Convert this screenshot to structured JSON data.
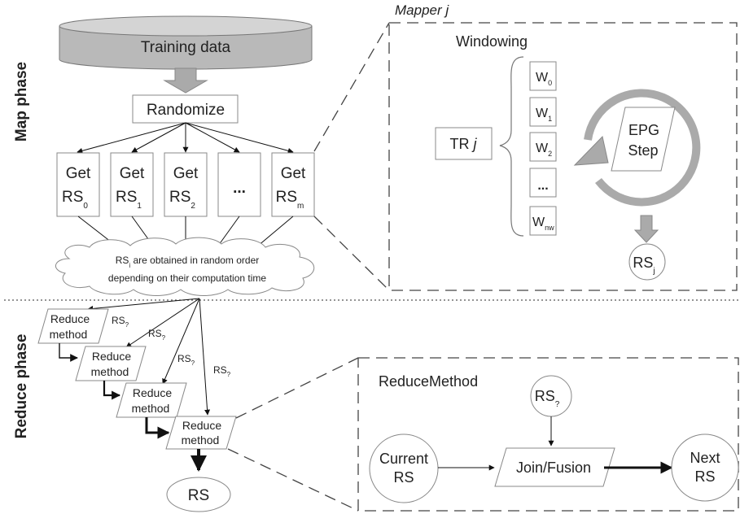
{
  "phases": {
    "map": "Map phase",
    "reduce": "Reduce phase"
  },
  "training": {
    "label": "Training data"
  },
  "randomize": {
    "label": "Randomize"
  },
  "getrs": [
    {
      "line1": "Get",
      "line2": "RS",
      "sub": "0"
    },
    {
      "line1": "Get",
      "line2": "RS",
      "sub": "1"
    },
    {
      "line1": "Get",
      "line2": "RS",
      "sub": "2"
    },
    {
      "line1": "...",
      "line2": "",
      "sub": ""
    },
    {
      "line1": "Get",
      "line2": "RS",
      "sub": "m"
    }
  ],
  "cloud": {
    "line1_pre": "RS",
    "line1_sub": "i",
    "line1_post": " are obtained in random order",
    "line2": "depending on their computation time"
  },
  "mapper": {
    "title": "Mapper j",
    "windowing": "Windowing",
    "tr_label": "TR ",
    "tr_j": "j",
    "windows": [
      {
        "label": "W",
        "sub": "0"
      },
      {
        "label": "W",
        "sub": "1"
      },
      {
        "label": "W",
        "sub": "2"
      },
      {
        "label": "...",
        "sub": ""
      },
      {
        "label": "W",
        "sub": "nw"
      }
    ],
    "epg_line1": "EPG",
    "epg_line2": "Step",
    "rs_label": "RS",
    "rs_sub": "j"
  },
  "reduce": {
    "method_line1": "Reduce",
    "method_line2": "method",
    "rs_q": "RS",
    "rs_q_sub": "?",
    "final": "RS"
  },
  "reduce_method_box": {
    "title": "ReduceMethod",
    "rs_in": "RS",
    "rs_in_sub": "?",
    "current_line1": "Current",
    "current_line2": "RS",
    "join": "Join/Fusion",
    "next_line1": "Next",
    "next_line2": "RS"
  }
}
